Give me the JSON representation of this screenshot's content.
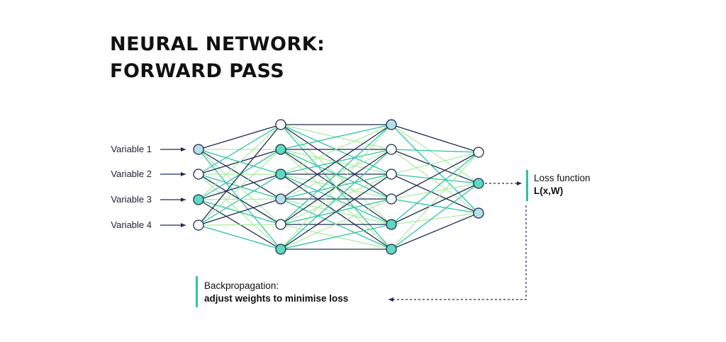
{
  "title": {
    "line1": "NEURAL NETWORK:",
    "line2": "FORWARD PASS"
  },
  "inputs": [
    {
      "label": "Variable 1",
      "fill": "#b5dfe6"
    },
    {
      "label": "Variable 2",
      "fill": "#ffffff"
    },
    {
      "label": "Variable 3",
      "fill": "#5ed9bd"
    },
    {
      "label": "Variable 4",
      "fill": "#ffffff"
    }
  ],
  "hidden1": [
    "#ffffff",
    "#5ed9bd",
    "#5ed9bd",
    "#b5dfe6",
    "#ffffff",
    "#5ed9bd"
  ],
  "hidden2": [
    "#b5dfe6",
    "#ffffff",
    "#ffffff",
    "#ffffff",
    "#5ed9bd",
    "#5ed9bd"
  ],
  "outputs": [
    "#ffffff",
    "#5ed9bd",
    "#b5dfe6"
  ],
  "loss": {
    "line1": "Loss function",
    "line2": "L(x,W)"
  },
  "backprop": {
    "line1": "Backpropagation:",
    "line2": "adjust weights to minimise loss"
  },
  "colors": {
    "navy": "#1e2a52",
    "teal": "#2ec4a0",
    "lightgreen": "#a9eba0",
    "accent": "#2ec4a0"
  }
}
